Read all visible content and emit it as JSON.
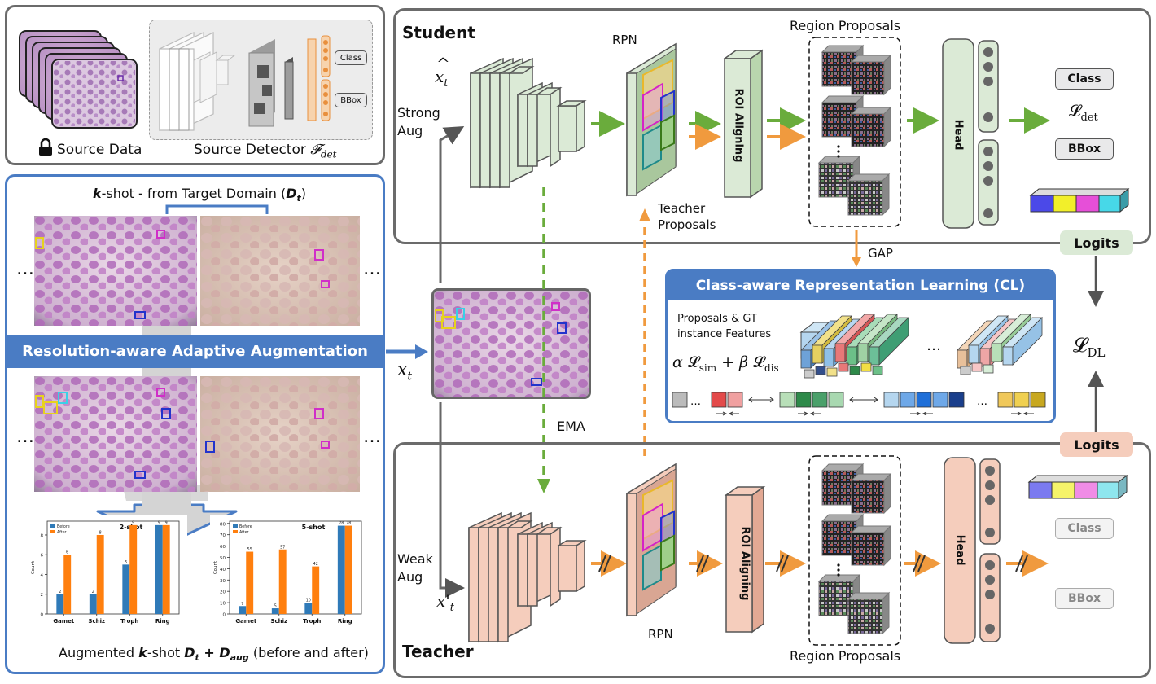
{
  "source": {
    "data_label": "Source Data",
    "detector_label": "Source Detector",
    "detector_symbol": "𝓕",
    "detector_sub": "det",
    "class_label": "Class",
    "bbox_label": "BBox"
  },
  "kshot": {
    "title_k": "k",
    "title_rest": "-shot - from Target Domain (",
    "title_D": "D",
    "title_sub": "t",
    "title_close": ")",
    "ellipsis": "…"
  },
  "augment": {
    "banner": "Resolution-aware Adaptive Augmentation",
    "caption_pre": "Augmented ",
    "caption_k": "k",
    "caption_mid": "-shot ",
    "caption_D1": "D",
    "caption_s1": "t",
    "caption_plus": " + ",
    "caption_D2": "D",
    "caption_s2": "aug",
    "caption_post": " (before and after)"
  },
  "input": {
    "x": "x",
    "sub": "t"
  },
  "student": {
    "title": "Student",
    "aug_line1": "Strong",
    "aug_line2": "Aug",
    "rpn": "RPN",
    "roi": "ROI Aligning",
    "region_proposals": "Region Proposals",
    "head": "Head",
    "class": "Class",
    "bbox": "BBox",
    "loss": "𝓛",
    "loss_sub": "det",
    "teacher_proposals_1": "Teacher",
    "teacher_proposals_2": "Proposals",
    "xhat": "x",
    "xhat_sub": "t"
  },
  "teacher": {
    "title": "Teacher",
    "aug_line1": "Weak",
    "aug_line2": "Aug",
    "rpn": "RPN",
    "roi": "ROI Aligning",
    "region_proposals": "Region Proposals",
    "head": "Head",
    "class": "Class",
    "bbox": "BBox",
    "xprime": "x'",
    "xprime_sub": "t"
  },
  "ema": "EMA",
  "gap": "GAP",
  "logits_student": "Logits",
  "logits_teacher": "Logits",
  "loss_dl": "𝓛",
  "loss_dl_sub": "DL",
  "cl": {
    "title": "Class-aware Representation Learning (CL)",
    "features_1": "Proposals & GT",
    "features_2": "instance Features",
    "alpha": "α",
    "L": "𝓛",
    "sim": "sim",
    "plus": "+",
    "beta": "β",
    "dis": "dis",
    "ellipsis": "…"
  },
  "colors": {
    "green": "#6aac3c",
    "orange": "#f09a3e",
    "student_fill": "#dbead6",
    "teacher_fill": "#f5cdbc",
    "blue": "#4a7cc4",
    "grey_border": "#6b6b6b"
  },
  "chart_data": [
    {
      "type": "bar",
      "title": "2-shot",
      "categories": [
        "Gamet",
        "Schiz",
        "Troph",
        "Ring"
      ],
      "series": [
        {
          "name": "Before",
          "values": [
            2,
            2,
            5,
            9
          ],
          "color": "#2f7ab8"
        },
        {
          "name": "After",
          "values": [
            6,
            8,
            9,
            9
          ],
          "color": "#ff7f0e"
        }
      ],
      "ylabel": "Count",
      "ylim": [
        0,
        9.4
      ],
      "yticks": [
        0,
        2,
        4,
        6,
        8
      ],
      "legend": "top-left"
    },
    {
      "type": "bar",
      "title": "5-shot",
      "categories": [
        "Gamet",
        "Schiz",
        "Troph",
        "Ring"
      ],
      "series": [
        {
          "name": "Before",
          "values": [
            7,
            5,
            10,
            78
          ],
          "color": "#2f7ab8"
        },
        {
          "name": "After",
          "values": [
            55,
            57,
            42,
            78
          ],
          "color": "#ff7f0e"
        }
      ],
      "ylabel": "Count",
      "ylim": [
        0,
        82
      ],
      "yticks": [
        0,
        10,
        20,
        30,
        40,
        50,
        60,
        70,
        80
      ],
      "legend": "top-left"
    }
  ]
}
